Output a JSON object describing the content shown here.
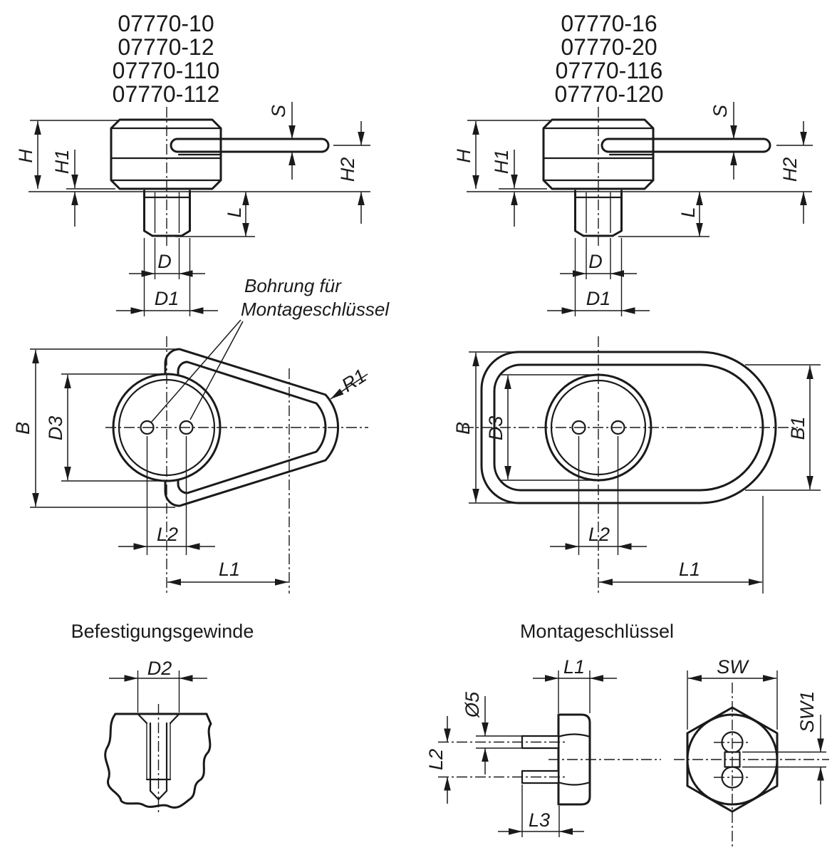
{
  "drawing": {
    "part_numbers_left": [
      "07770-10",
      "07770-12",
      "07770-110",
      "07770-112"
    ],
    "part_numbers_right": [
      "07770-16",
      "07770-20",
      "07770-116",
      "07770-120"
    ],
    "note": {
      "line1": "Bohrung für",
      "line2": "Montageschlüssel"
    },
    "sections": {
      "mounting_thread_title": "Befestigungsgewinde",
      "assembly_key_title": "Montageschlüssel"
    },
    "dims": {
      "H": "H",
      "H1": "H1",
      "H2": "H2",
      "S": "S",
      "L": "L",
      "D": "D",
      "D1": "D1",
      "D2": "D2",
      "D3": "D3",
      "B": "B",
      "B1": "B1",
      "R1": "R1",
      "L1": "L1",
      "L2": "L2",
      "L3": "L3",
      "SW": "SW",
      "SW1": "SW1",
      "dia5": "Ø5"
    },
    "colors": {
      "line": "#1a1a1a",
      "background": "#ffffff"
    }
  }
}
